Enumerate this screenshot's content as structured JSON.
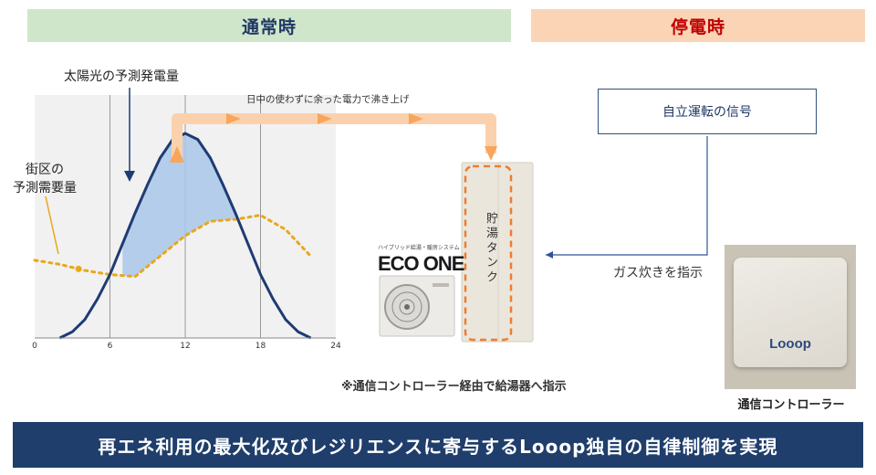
{
  "headers": {
    "normal": "通常時",
    "outage": "停電時"
  },
  "labels": {
    "solar_forecast": "太陽光の予測発電量",
    "district_demand_line1": "街区の",
    "district_demand_line2": "予測需要量",
    "heating_flow": "日中の使わずに余った電力で沸き上げ"
  },
  "chart_data": {
    "type": "area",
    "x_ticks": [
      "0",
      "6",
      "12",
      "18",
      "24"
    ],
    "xlim": [
      0,
      24
    ],
    "gridlines_x": [
      6,
      12,
      18
    ],
    "series": [
      {
        "role": "solar",
        "style": "solid navy curve, surplus shaded light blue",
        "x": [
          2,
          3,
          4,
          5,
          6,
          7,
          8,
          9,
          10,
          11,
          12,
          13,
          14,
          15,
          16,
          17,
          18,
          19,
          20,
          21,
          22
        ],
        "y": [
          0,
          0.03,
          0.09,
          0.19,
          0.31,
          0.46,
          0.61,
          0.75,
          0.88,
          0.97,
          1.0,
          0.97,
          0.88,
          0.75,
          0.61,
          0.46,
          0.31,
          0.19,
          0.09,
          0.03,
          0
        ]
      },
      {
        "role": "demand",
        "style": "dotted orange line",
        "x": [
          0,
          2,
          4,
          6,
          8,
          10,
          12,
          14,
          16,
          18,
          20,
          22
        ],
        "y": [
          0.38,
          0.36,
          0.33,
          0.31,
          0.3,
          0.4,
          0.5,
          0.57,
          0.58,
          0.6,
          0.53,
          0.4
        ]
      }
    ],
    "colors": {
      "solar": "#1f3b73",
      "surplus_fill": "#a9c7ea",
      "demand": "#e8a81a",
      "arrow": "#f7a65b"
    }
  },
  "equipment": {
    "ecoone_sub": "ハイブリッド給湯・暖房システム",
    "ecoone_logo": "ECO ONE",
    "tank_label": "貯湯タンク"
  },
  "signals": {
    "autonomous_signal": "自立運転の信号",
    "gas_instruction": "ガス炊きを指示"
  },
  "controller": {
    "logo": "Looop",
    "caption": "通信コントローラー"
  },
  "note": "※通信コントローラー経由で給湯器へ指示",
  "banner": "再エネ利用の最大化及びレジリエンスに寄与するLooop独自の自律制御を実現"
}
